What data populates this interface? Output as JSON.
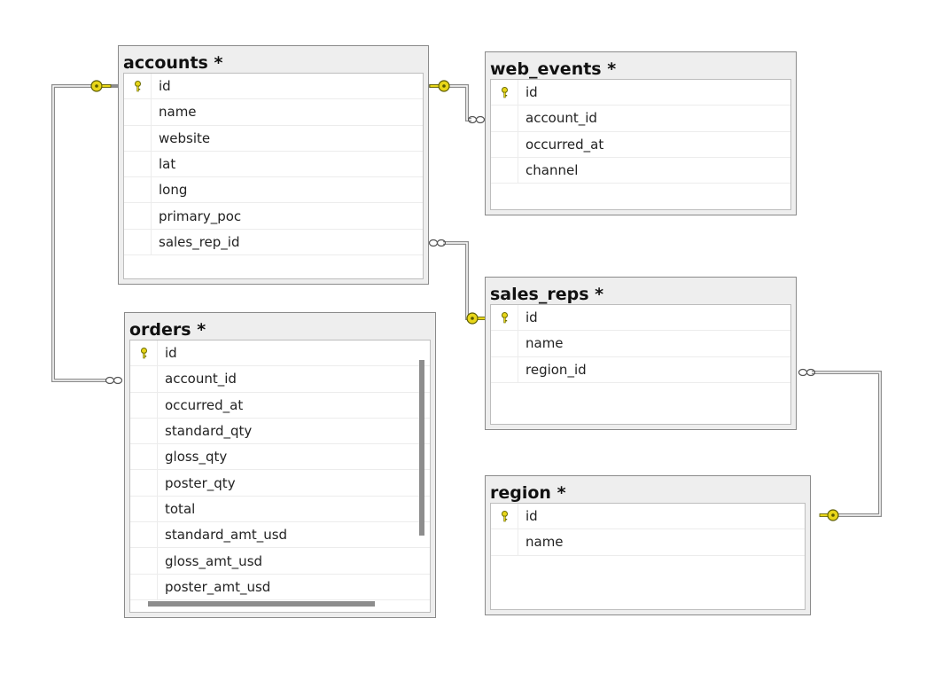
{
  "tables": {
    "accounts": {
      "title": "accounts *",
      "columns": [
        "id",
        "name",
        "website",
        "lat",
        "long",
        "primary_poc",
        "sales_rep_id"
      ]
    },
    "web_events": {
      "title": "web_events *",
      "columns": [
        "id",
        "account_id",
        "occurred_at",
        "channel"
      ]
    },
    "orders": {
      "title": "orders *",
      "columns": [
        "id",
        "account_id",
        "occurred_at",
        "standard_qty",
        "gloss_qty",
        "poster_qty",
        "total",
        "standard_amt_usd",
        "gloss_amt_usd",
        "poster_amt_usd"
      ]
    },
    "sales_reps": {
      "title": "sales_reps *",
      "columns": [
        "id",
        "name",
        "region_id"
      ]
    },
    "region": {
      "title": "region *",
      "columns": [
        "id",
        "name"
      ]
    }
  },
  "primary_key_icon": "key-icon",
  "relationship_end_icons": {
    "one": "key-icon",
    "many": "infinity-icon"
  },
  "colors": {
    "key": "#e8d619",
    "connector": "#8c8c8c"
  }
}
